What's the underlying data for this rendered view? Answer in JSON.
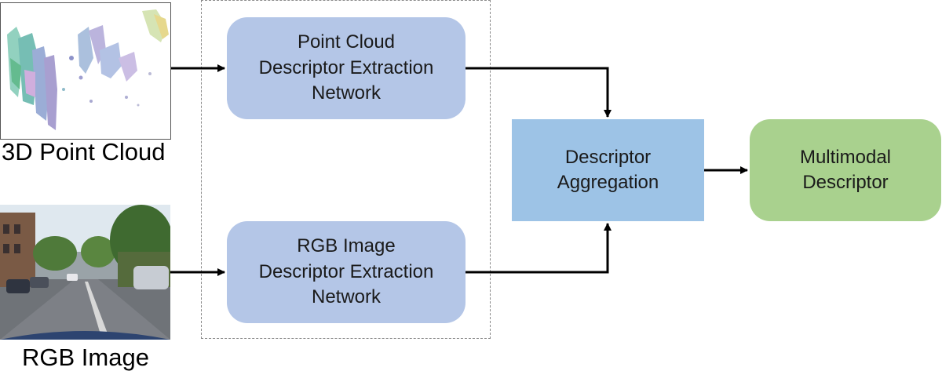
{
  "inputs": {
    "point_cloud_label": "3D Point Cloud",
    "rgb_label": "RGB Image"
  },
  "blocks": {
    "point_cloud_network": "Point Cloud\nDescriptor Extraction\nNetwork",
    "rgb_network": "RGB Image\nDescriptor Extraction\nNetwork",
    "aggregation": "Descriptor\nAggregation",
    "output": "Multimodal\nDescriptor"
  },
  "colors": {
    "network_fill": "#b4c6e7",
    "aggregation_fill": "#9dc3e6",
    "output_fill": "#a9d18e",
    "arrow": "#000000",
    "dashed_border": "#8a8a8a"
  }
}
